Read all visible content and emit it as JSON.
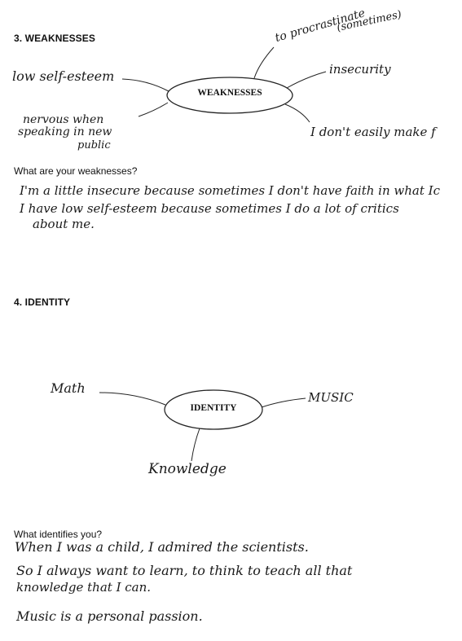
{
  "weaknesses": {
    "heading": "3. WEAKNESSES",
    "center": "WEAKNESSES",
    "branches": {
      "low_self_esteem": "low self-esteem",
      "nervous_line1": "nervous when",
      "nervous_line2": "speaking in new",
      "nervous_line3": "public",
      "procrastinate_line1": "to procrastinate",
      "procrastinate_line2": "(sometimes)",
      "insecurity": "insecurity",
      "friends": "I don't easily make f"
    },
    "question": "What are your weaknesses?",
    "answer_lines": [
      "I'm a little insecure because sometimes I don't have faith in what Ic",
      "I have low self-esteem because sometimes I do   a lot of critics",
      "about me."
    ]
  },
  "identity": {
    "heading": "4. IDENTITY",
    "center": "IDENTITY",
    "branches": {
      "math": "Math",
      "music": "MUSIC",
      "knowledge": "Knowledge"
    },
    "question": "What identifies you?",
    "answer_lines": [
      "When I was a child, I admired the scientists.",
      "So I always want to learn, to think to teach all that",
      "knowledge that I can.",
      "Music is a personal passion."
    ]
  }
}
